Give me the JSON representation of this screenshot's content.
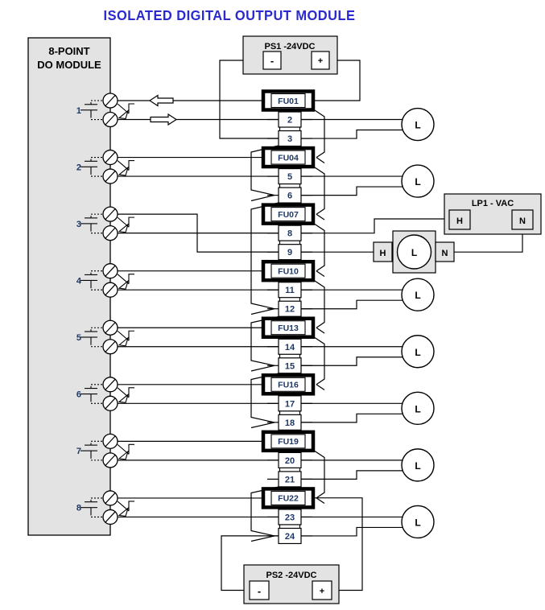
{
  "title": "ISOLATED DIGITAL OUTPUT MODULE",
  "module": {
    "label_line1": "8-POINT",
    "label_line2": "DO MODULE",
    "points": [
      {
        "label": "1"
      },
      {
        "label": "2"
      },
      {
        "label": "3"
      },
      {
        "label": "4"
      },
      {
        "label": "5"
      },
      {
        "label": "6"
      },
      {
        "label": "7"
      },
      {
        "label": "8"
      }
    ]
  },
  "power_supplies": {
    "ps1": {
      "label": "PS1 -24VDC",
      "neg": "-",
      "pos": "+"
    },
    "ps2": {
      "label": "PS2 -24VDC",
      "neg": "-",
      "pos": "+"
    }
  },
  "vac_panel": {
    "label": "LP1 - VAC",
    "hot": "H",
    "neutral": "N"
  },
  "loads": {
    "dc_load_label": "L",
    "vac_load": {
      "label": "L",
      "hot": "H",
      "neutral": "N"
    }
  },
  "terminals": {
    "rows": [
      {
        "label": "FU01",
        "fuse": true
      },
      {
        "label": "2",
        "fuse": false
      },
      {
        "label": "3",
        "fuse": false
      },
      {
        "label": "FU04",
        "fuse": true
      },
      {
        "label": "5",
        "fuse": false
      },
      {
        "label": "6",
        "fuse": false
      },
      {
        "label": "FU07",
        "fuse": true
      },
      {
        "label": "8",
        "fuse": false
      },
      {
        "label": "9",
        "fuse": false
      },
      {
        "label": "FU10",
        "fuse": true
      },
      {
        "label": "11",
        "fuse": false
      },
      {
        "label": "12",
        "fuse": false
      },
      {
        "label": "FU13",
        "fuse": true
      },
      {
        "label": "14",
        "fuse": false
      },
      {
        "label": "15",
        "fuse": false
      },
      {
        "label": "FU16",
        "fuse": true
      },
      {
        "label": "17",
        "fuse": false
      },
      {
        "label": "18",
        "fuse": false
      },
      {
        "label": "FU19",
        "fuse": true
      },
      {
        "label": "20",
        "fuse": false
      },
      {
        "label": "21",
        "fuse": false
      },
      {
        "label": "FU22",
        "fuse": true
      },
      {
        "label": "23",
        "fuse": false
      },
      {
        "label": "24",
        "fuse": false
      }
    ]
  },
  "colors": {
    "title_blue": "#2a2ace",
    "label_navy": "#1f3864",
    "box_gray": "#e3e3e3"
  }
}
